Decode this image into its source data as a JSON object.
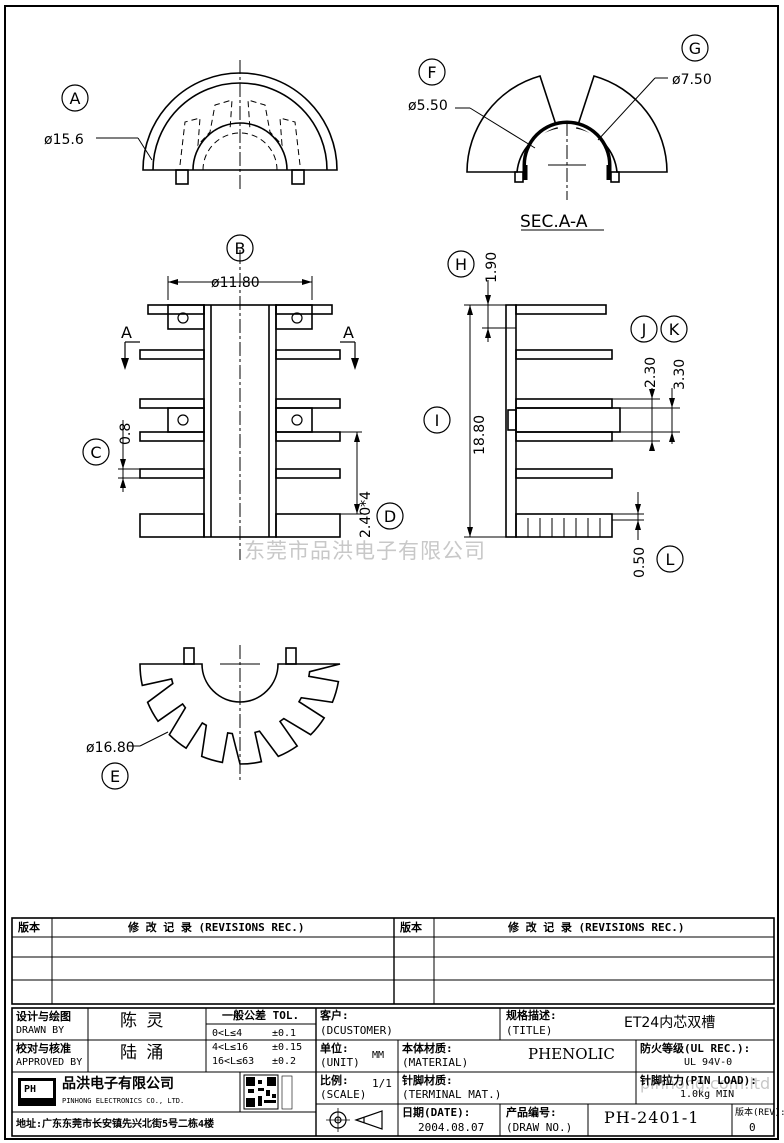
{
  "drawing": {
    "view_top": {
      "label_a": "A",
      "dim_a": "ø15.6"
    },
    "section": {
      "label_f": "F",
      "label_g": "G",
      "dim_f": "ø5.50",
      "dim_g": "ø7.50",
      "title": "SEC.A-A"
    },
    "view_front": {
      "label_b": "B",
      "dim_b": "ø11.80",
      "label_c": "C",
      "dim_c": "0.8",
      "label_d": "D",
      "dim_d": "2.40*4",
      "cut_a": "A"
    },
    "view_side": {
      "label_h": "H",
      "dim_h": "1.90",
      "label_i": "I",
      "dim_i": "18.80",
      "label_j": "J",
      "label_k": "K",
      "dim_j": "2.30",
      "dim_k": "3.30",
      "label_l": "L",
      "dim_l": "0.50"
    },
    "view_bottom": {
      "label_e": "E",
      "dim_e": "ø16.80"
    }
  },
  "watermark": "东莞市品洪电子有限公司",
  "watermark_url": "pinhong.com.ltd",
  "revisions": {
    "col_version": "版本",
    "col_record": "修 改 记 录 (REVISIONS REC.)"
  },
  "title_block": {
    "drawn_by_cn": "设计与绘图",
    "drawn_by_en": "DRAWN BY",
    "drawn_by_name": "陈 灵",
    "approved_by_cn": "校对与核准",
    "approved_by_en": "APPROVED BY",
    "approved_by_name": "陆 涌",
    "tol_title": "一般公差 TOL.",
    "tol_rows": [
      {
        "range": "0<L≤4",
        "value": "±0.1"
      },
      {
        "range": "4<L≤16",
        "value": "±0.15"
      },
      {
        "range": "16<L≤63",
        "value": "±0.2"
      }
    ],
    "customer_cn": "客户:",
    "customer_en": "(DCUSTOMER)",
    "spec_cn": "规格描述:",
    "spec_en": "(TITLE)",
    "spec_value": "ET24内芯双槽",
    "unit_cn": "单位:",
    "unit_en": "(UNIT)",
    "unit_value": "MM",
    "material_cn": "本体材质:",
    "material_en": "(MATERIAL)",
    "material_value": "PHENOLIC",
    "ul_cn": "防火等级(UL REC.):",
    "ul_value": "UL 94V-0",
    "scale_cn": "比例:",
    "scale_en": "(SCALE)",
    "scale_value": "1/1",
    "terminal_cn": "针脚材质:",
    "terminal_en": "(TERMINAL MAT.)",
    "pinload_cn": "针脚拉力(PIN LOAD):",
    "pinload_value": "1.0kg MIN",
    "date_cn": "日期(DATE):",
    "date_value": "2004.08.07",
    "drawno_cn": "产品编号:",
    "drawno_en": "(DRAW NO.)",
    "drawno_value": "PH-2401-1",
    "rev_cn": "版本(REV):",
    "rev_value": "0",
    "company_logo": "PH",
    "company_cn": "品洪电子有限公司",
    "company_en": "PINHONG ELECTRONICS CO., LTD.",
    "address": "地址:广东东莞市长安镇先兴北街5号二栋4楼"
  }
}
